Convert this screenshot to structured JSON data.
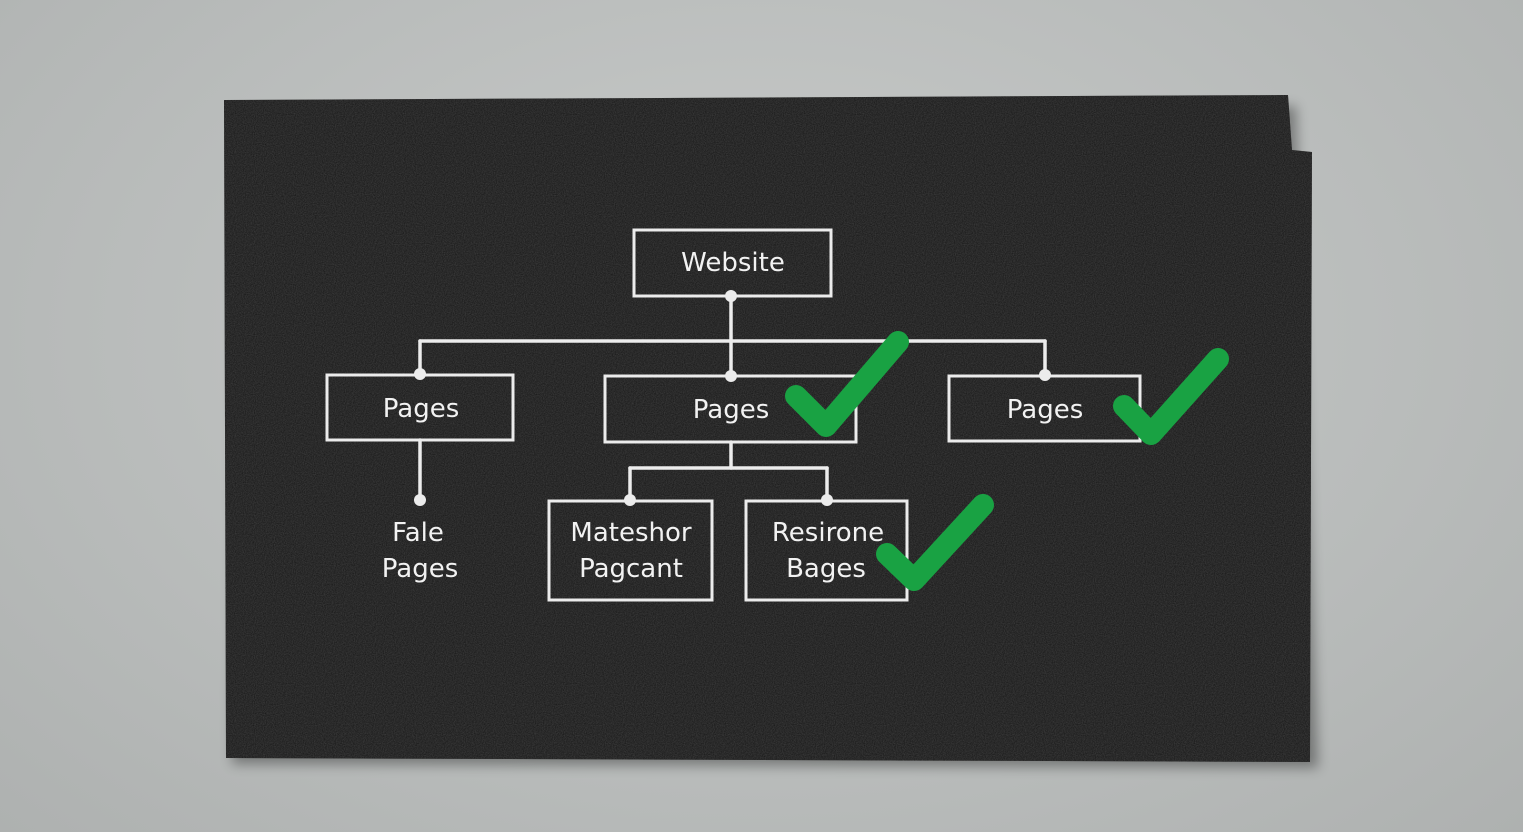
{
  "diagram": {
    "root": {
      "label": "Website"
    },
    "children": [
      {
        "label": "Pages",
        "checked": false,
        "sub_label_lines": [
          "Fale",
          "Pages"
        ]
      },
      {
        "label": "Pages",
        "checked": true
      },
      {
        "label": "Pages",
        "checked": true
      }
    ],
    "grandchildren": [
      {
        "lines": [
          "Mateshor",
          "Pagcant"
        ],
        "checked": false
      },
      {
        "lines": [
          "Resirone",
          "Bages"
        ],
        "checked": true
      }
    ]
  },
  "colors": {
    "paper": "#141414",
    "line": "#ececec",
    "check": "#19a243",
    "background": "#bdbfbe"
  }
}
